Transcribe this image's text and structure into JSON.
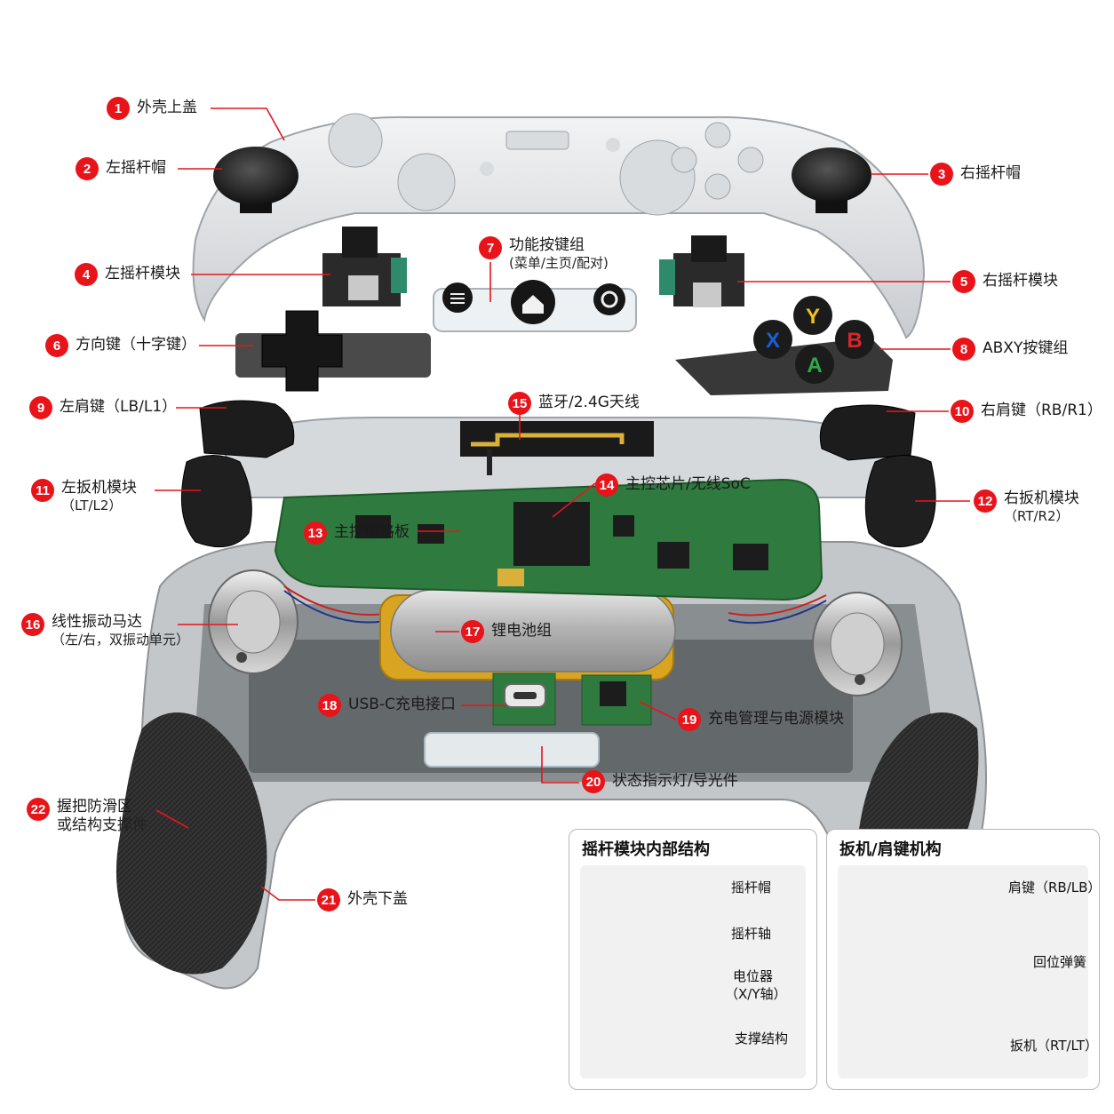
{
  "callouts": [
    {
      "num": "1",
      "label": "外壳上盖"
    },
    {
      "num": "2",
      "label": "左摇杆帽"
    },
    {
      "num": "3",
      "label": "右摇杆帽"
    },
    {
      "num": "4",
      "label": "左摇杆模块"
    },
    {
      "num": "5",
      "label": "右摇杆模块"
    },
    {
      "num": "6",
      "label": "方向键（十字键）"
    },
    {
      "num": "7",
      "label": "功能按键组",
      "sub": "(菜单/主页/配对)"
    },
    {
      "num": "8",
      "label": "ABXY按键组"
    },
    {
      "num": "9",
      "label": "左肩键（LB/L1）"
    },
    {
      "num": "10",
      "label": "右肩键（RB/R1）"
    },
    {
      "num": "11",
      "label": "左扳机模块",
      "sub": "（LT/L2）"
    },
    {
      "num": "12",
      "label": "右扳机模块",
      "sub": "（RT/R2）"
    },
    {
      "num": "13",
      "label": "主控电路板"
    },
    {
      "num": "14",
      "label": "主控芯片/无线SoC"
    },
    {
      "num": "15",
      "label": "蓝牙/2.4G天线"
    },
    {
      "num": "16",
      "label": "线性振动马达",
      "sub": "（左/右，双振动单元）"
    },
    {
      "num": "17",
      "label": "锂电池组"
    },
    {
      "num": "18",
      "label": "USB-C充电接口"
    },
    {
      "num": "19",
      "label": "充电管理与电源模块"
    },
    {
      "num": "20",
      "label": "状态指示灯/导光件"
    },
    {
      "num": "21",
      "label": "外壳下盖"
    },
    {
      "num": "22",
      "label": "握把防滑区",
      "sub": "或结构支撑件"
    }
  ],
  "buttons": {
    "x": "X",
    "y": "Y",
    "a": "A",
    "b": "B"
  },
  "colors": {
    "badge": "#e8141a",
    "pcb": "#2f7a3e",
    "shell": "#e4e6e8",
    "x": "#1a5fd8",
    "y": "#f2c21a",
    "a": "#2fa84a",
    "b": "#d8262a"
  },
  "insets": {
    "stick": {
      "title": "摇杆模块内部结构",
      "labels": [
        "摇杆帽",
        "摇杆轴",
        "电位器",
        "（X/Y轴）",
        "支撑结构"
      ]
    },
    "trigger": {
      "title": "扳机/肩键机构",
      "labels": [
        "肩键（RB/LB）",
        "回位弹簧",
        "扳机（RT/LT）"
      ]
    }
  }
}
